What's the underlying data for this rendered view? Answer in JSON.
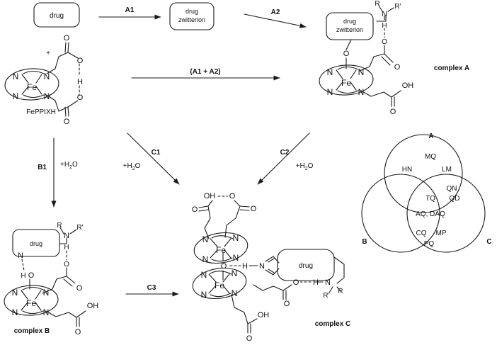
{
  "figure": {
    "title_boxes": {
      "drug": "drug",
      "drug_zwitterion_line1": "drug",
      "drug_zwitterion_line2": "zwitterion",
      "drug_zwitterion_a_line1": "drug",
      "drug_zwitterion_a_line2": "zwitterion",
      "drug_b": "drug",
      "drug_c": "drug"
    },
    "arrows": {
      "a1": "A1",
      "a2": "A2",
      "a1_a2": "(A1 + A2)",
      "b1": "B1",
      "b1_water": "+H",
      "b1_water_sub": "2",
      "b1_water_end": "O",
      "c1": "C1",
      "c1_water": "+H",
      "c1_water_sub": "2",
      "c1_water_end": "O",
      "c2": "C2",
      "c2_water": "+H",
      "c2_water_sub": "2",
      "c2_water_end": "O",
      "c3": "C3"
    },
    "structure_labels": {
      "feppixh": "FePPIXH",
      "complex_a": "complex A",
      "complex_b": "complex B",
      "complex_c": "complex C",
      "plus": "+",
      "fe": "Fe",
      "n": "N",
      "o": "O",
      "h": "H",
      "oh": "OH",
      "r": "R",
      "r_prime": "R'"
    },
    "venn": {
      "set_a": "A",
      "set_b": "B",
      "set_c": "C",
      "regions": [
        {
          "id": "a-only-top",
          "label": "MQ"
        },
        {
          "id": "a-only-left",
          "label": "HN"
        },
        {
          "id": "a-only-right",
          "label": "LM"
        },
        {
          "id": "a-c-top",
          "label": "QN"
        },
        {
          "id": "a-c-bottom",
          "label": "QD"
        },
        {
          "id": "center-top",
          "label": "TQ"
        },
        {
          "id": "center",
          "label": "AQ, DAQ"
        },
        {
          "id": "b-c-left",
          "label": "CQ"
        },
        {
          "id": "b-c-right",
          "label": "MP"
        },
        {
          "id": "b-c-bottom",
          "label": "PQ"
        }
      ]
    },
    "colors": {
      "stroke": "#1a1a1a",
      "text": "#111111",
      "background": "#ffffff"
    }
  }
}
